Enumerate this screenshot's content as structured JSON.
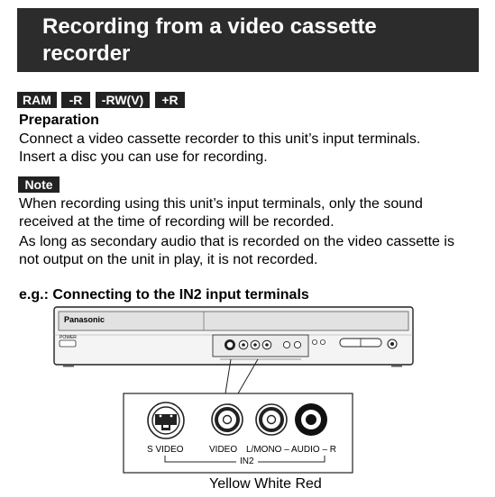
{
  "header": {
    "title": "Recording from a video cassette recorder"
  },
  "badges": [
    "RAM",
    "-R",
    "-RW(V)",
    "+R"
  ],
  "preparation": {
    "heading": "Preparation",
    "line1": "Connect a video cassette recorder to this unit’s input terminals.",
    "line2": "Insert a disc you can use for recording."
  },
  "note": {
    "label": "Note",
    "line1": "When recording using this unit’s input terminals, only the sound",
    "line2": "received at the time of recording will be recorded.",
    "line3": "As long as secondary audio that is recorded on the video cassette is",
    "line4": "not output on the unit in play, it is not recorded."
  },
  "example": {
    "heading": "e.g.: Connecting to the IN2 input terminals"
  },
  "device": {
    "brand": "Panasonic",
    "power_label": "POWER"
  },
  "connectors": {
    "svideo": "S VIDEO",
    "video": "VIDEO",
    "audio": "L/MONO – AUDIO – R",
    "group": "IN2"
  },
  "cable_colors": "Yellow White Red",
  "colors": {
    "header_bg": "#2c2c2c",
    "badge_bg": "#222222"
  }
}
